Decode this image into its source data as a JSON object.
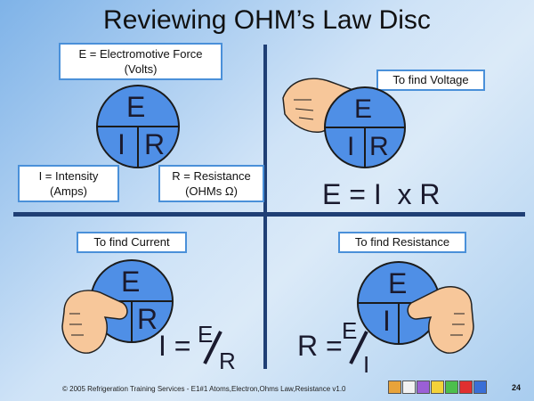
{
  "title": "Reviewing OHM’s Law Disc",
  "labels": {
    "emf_line1": "E = Electromotive Force",
    "emf_line2": "(Volts)",
    "intensity_line1": "I = Intensity",
    "intensity_line2": "(Amps)",
    "resistance_line1": "R = Resistance",
    "resistance_line2": "(OHMs Ω)"
  },
  "disc": {
    "top": "E",
    "left": "I",
    "right": "R"
  },
  "voltage": {
    "caption": "To find Voltage",
    "formula": "E = I  x R"
  },
  "current": {
    "caption": "To find Current",
    "lhs": "I =",
    "numerator": "E",
    "denominator": "R"
  },
  "resistance": {
    "caption": "To find Resistance",
    "lhs": "R =",
    "numerator": "E",
    "denominator": "I"
  },
  "footer": "© 2005 Refrigeration Training Services - E1#1 Atoms,Electron,Ohms Law,Resistance v1.0",
  "page_number": "24",
  "colors": {
    "disc": "#4f8fe6",
    "box_border": "#4a90d9",
    "divider": "#1f3f75"
  },
  "nav_icons": [
    "home-icon",
    "document-icon",
    "undo-icon",
    "back-icon",
    "forward-icon",
    "end-icon",
    "speaker-icon"
  ]
}
